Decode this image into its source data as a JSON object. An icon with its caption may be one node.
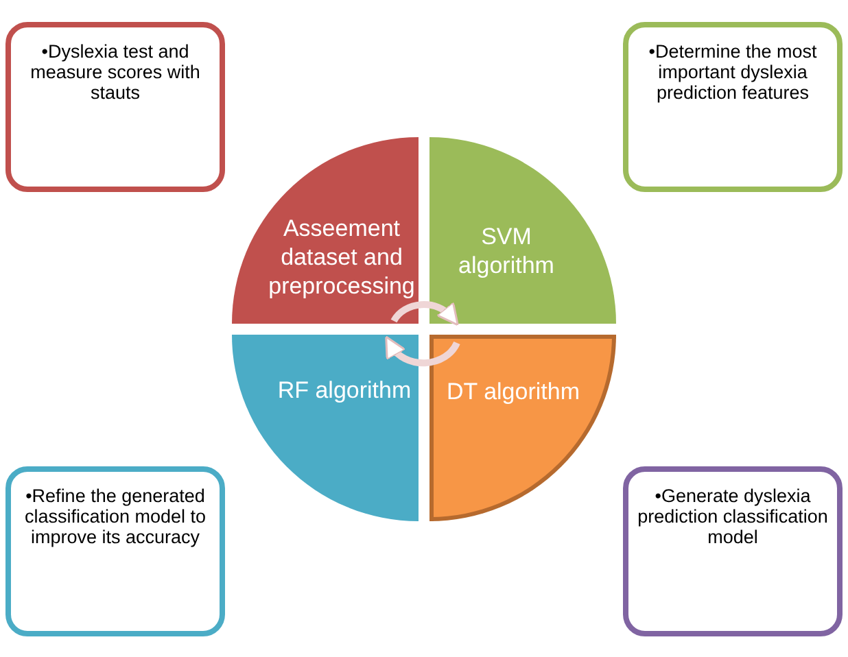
{
  "diagram": {
    "nodes": [
      {
        "text": [
          "•Dyslexia test and measure scores with stauts"
        ]
      },
      {
        "text": [
          "•Determine the most important dyslexia prediction features"
        ]
      },
      {
        "text": [
          "Asseement dataset and preprocessing"
        ]
      },
      {
        "text": [
          "SVM algorithm"
        ]
      },
      {
        "text": [
          "RF algorithm"
        ]
      },
      {
        "text": [
          "DT algorithm"
        ]
      },
      {
        "text": [
          "•Refine the generated classification model to improve its accuracy"
        ]
      },
      {
        "text": [
          "•Generate dyslexia prediction classification model"
        ]
      }
    ],
    "edges": [
      {
        "from": 2,
        "to": 3,
        "arrow": "to"
      },
      {
        "from": 5,
        "to": 4,
        "arrow": "to"
      }
    ]
  }
}
